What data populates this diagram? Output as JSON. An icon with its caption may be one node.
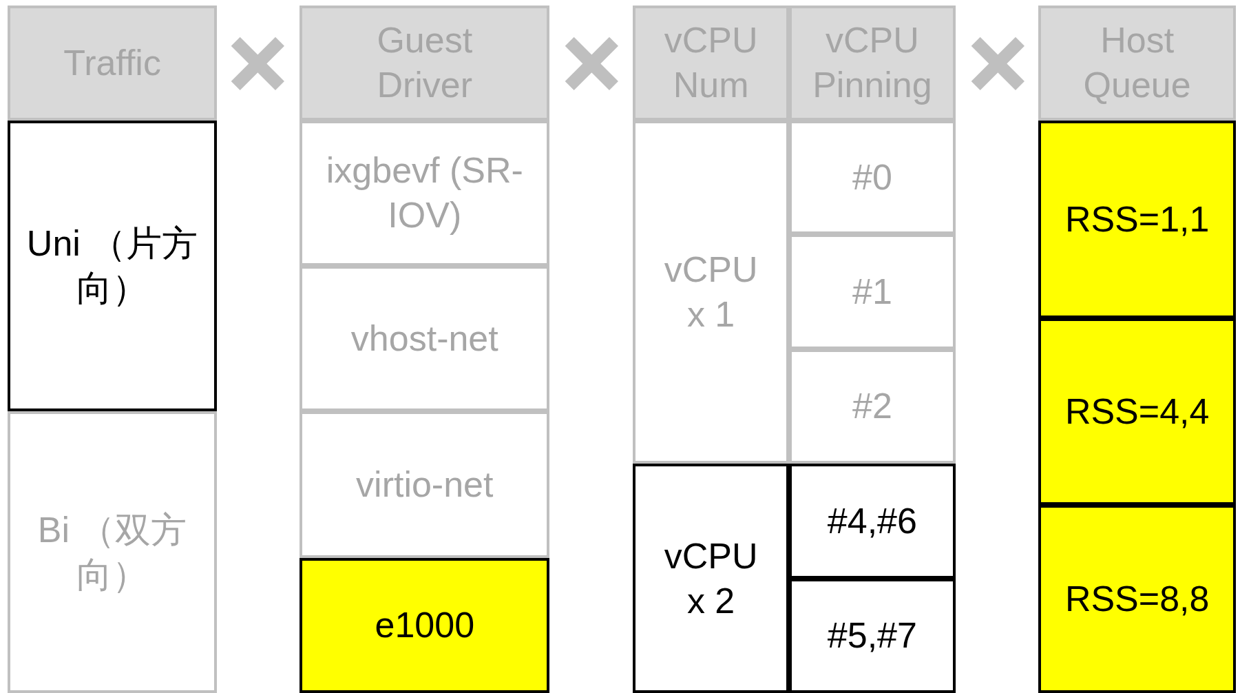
{
  "diagram": {
    "nodes": [
      {
        "text": [
          "Traffic"
        ]
      },
      {
        "text": [
          "Guest Driver"
        ]
      },
      {
        "text": [
          "vCPU Num"
        ]
      },
      {
        "text": [
          "vCPU Pinning"
        ]
      },
      {
        "text": [
          "Host Queue"
        ]
      },
      {
        "text": [
          "Uni （片方向）"
        ]
      },
      {
        "text": [
          "Bi （双方向）"
        ]
      },
      {
        "text": [
          "ixgbevf (SR-IOV)"
        ]
      },
      {
        "text": [
          "vhost-net"
        ]
      },
      {
        "text": [
          "virtio-net"
        ]
      },
      {
        "text": [
          "e1000"
        ]
      },
      {
        "text": [
          "vCPU x 1"
        ]
      },
      {
        "text": [
          "vCPU x 2"
        ]
      },
      {
        "text": [
          "#0"
        ]
      },
      {
        "text": [
          "#1"
        ]
      },
      {
        "text": [
          "#2"
        ]
      },
      {
        "text": [
          "#4,#6"
        ]
      },
      {
        "text": [
          "#5,#7"
        ]
      },
      {
        "text": [
          "RSS=1,1"
        ]
      },
      {
        "text": [
          "RSS=4,4"
        ]
      },
      {
        "text": [
          "RSS=8,8"
        ]
      }
    ],
    "edges": []
  }
}
